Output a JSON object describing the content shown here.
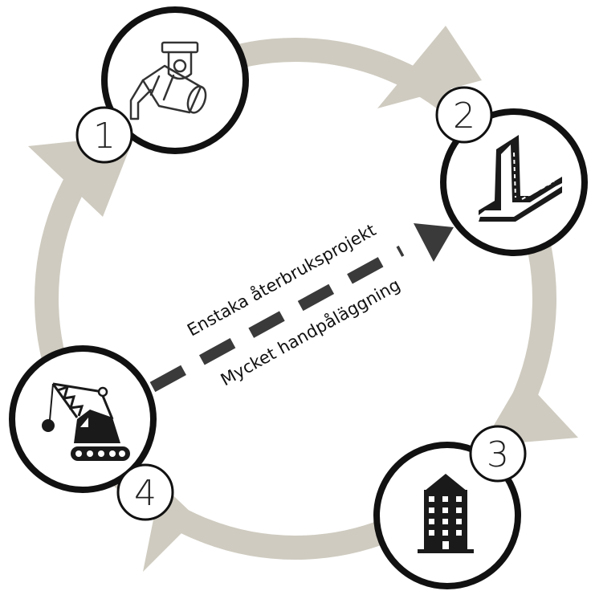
{
  "ring_color": "#cfcbc0",
  "dash_color": "#3a3a3a",
  "steps": [
    {
      "number": "1",
      "icon": "cement-mixer-pour-icon"
    },
    {
      "number": "2",
      "icon": "steel-beam-icon"
    },
    {
      "number": "3",
      "icon": "apartment-building-icon"
    },
    {
      "number": "4",
      "icon": "demolition-crane-icon"
    }
  ],
  "shortcut": {
    "label_top": "Enstaka återbruksprojekt",
    "label_bottom": "Mycket handpåläggning"
  }
}
